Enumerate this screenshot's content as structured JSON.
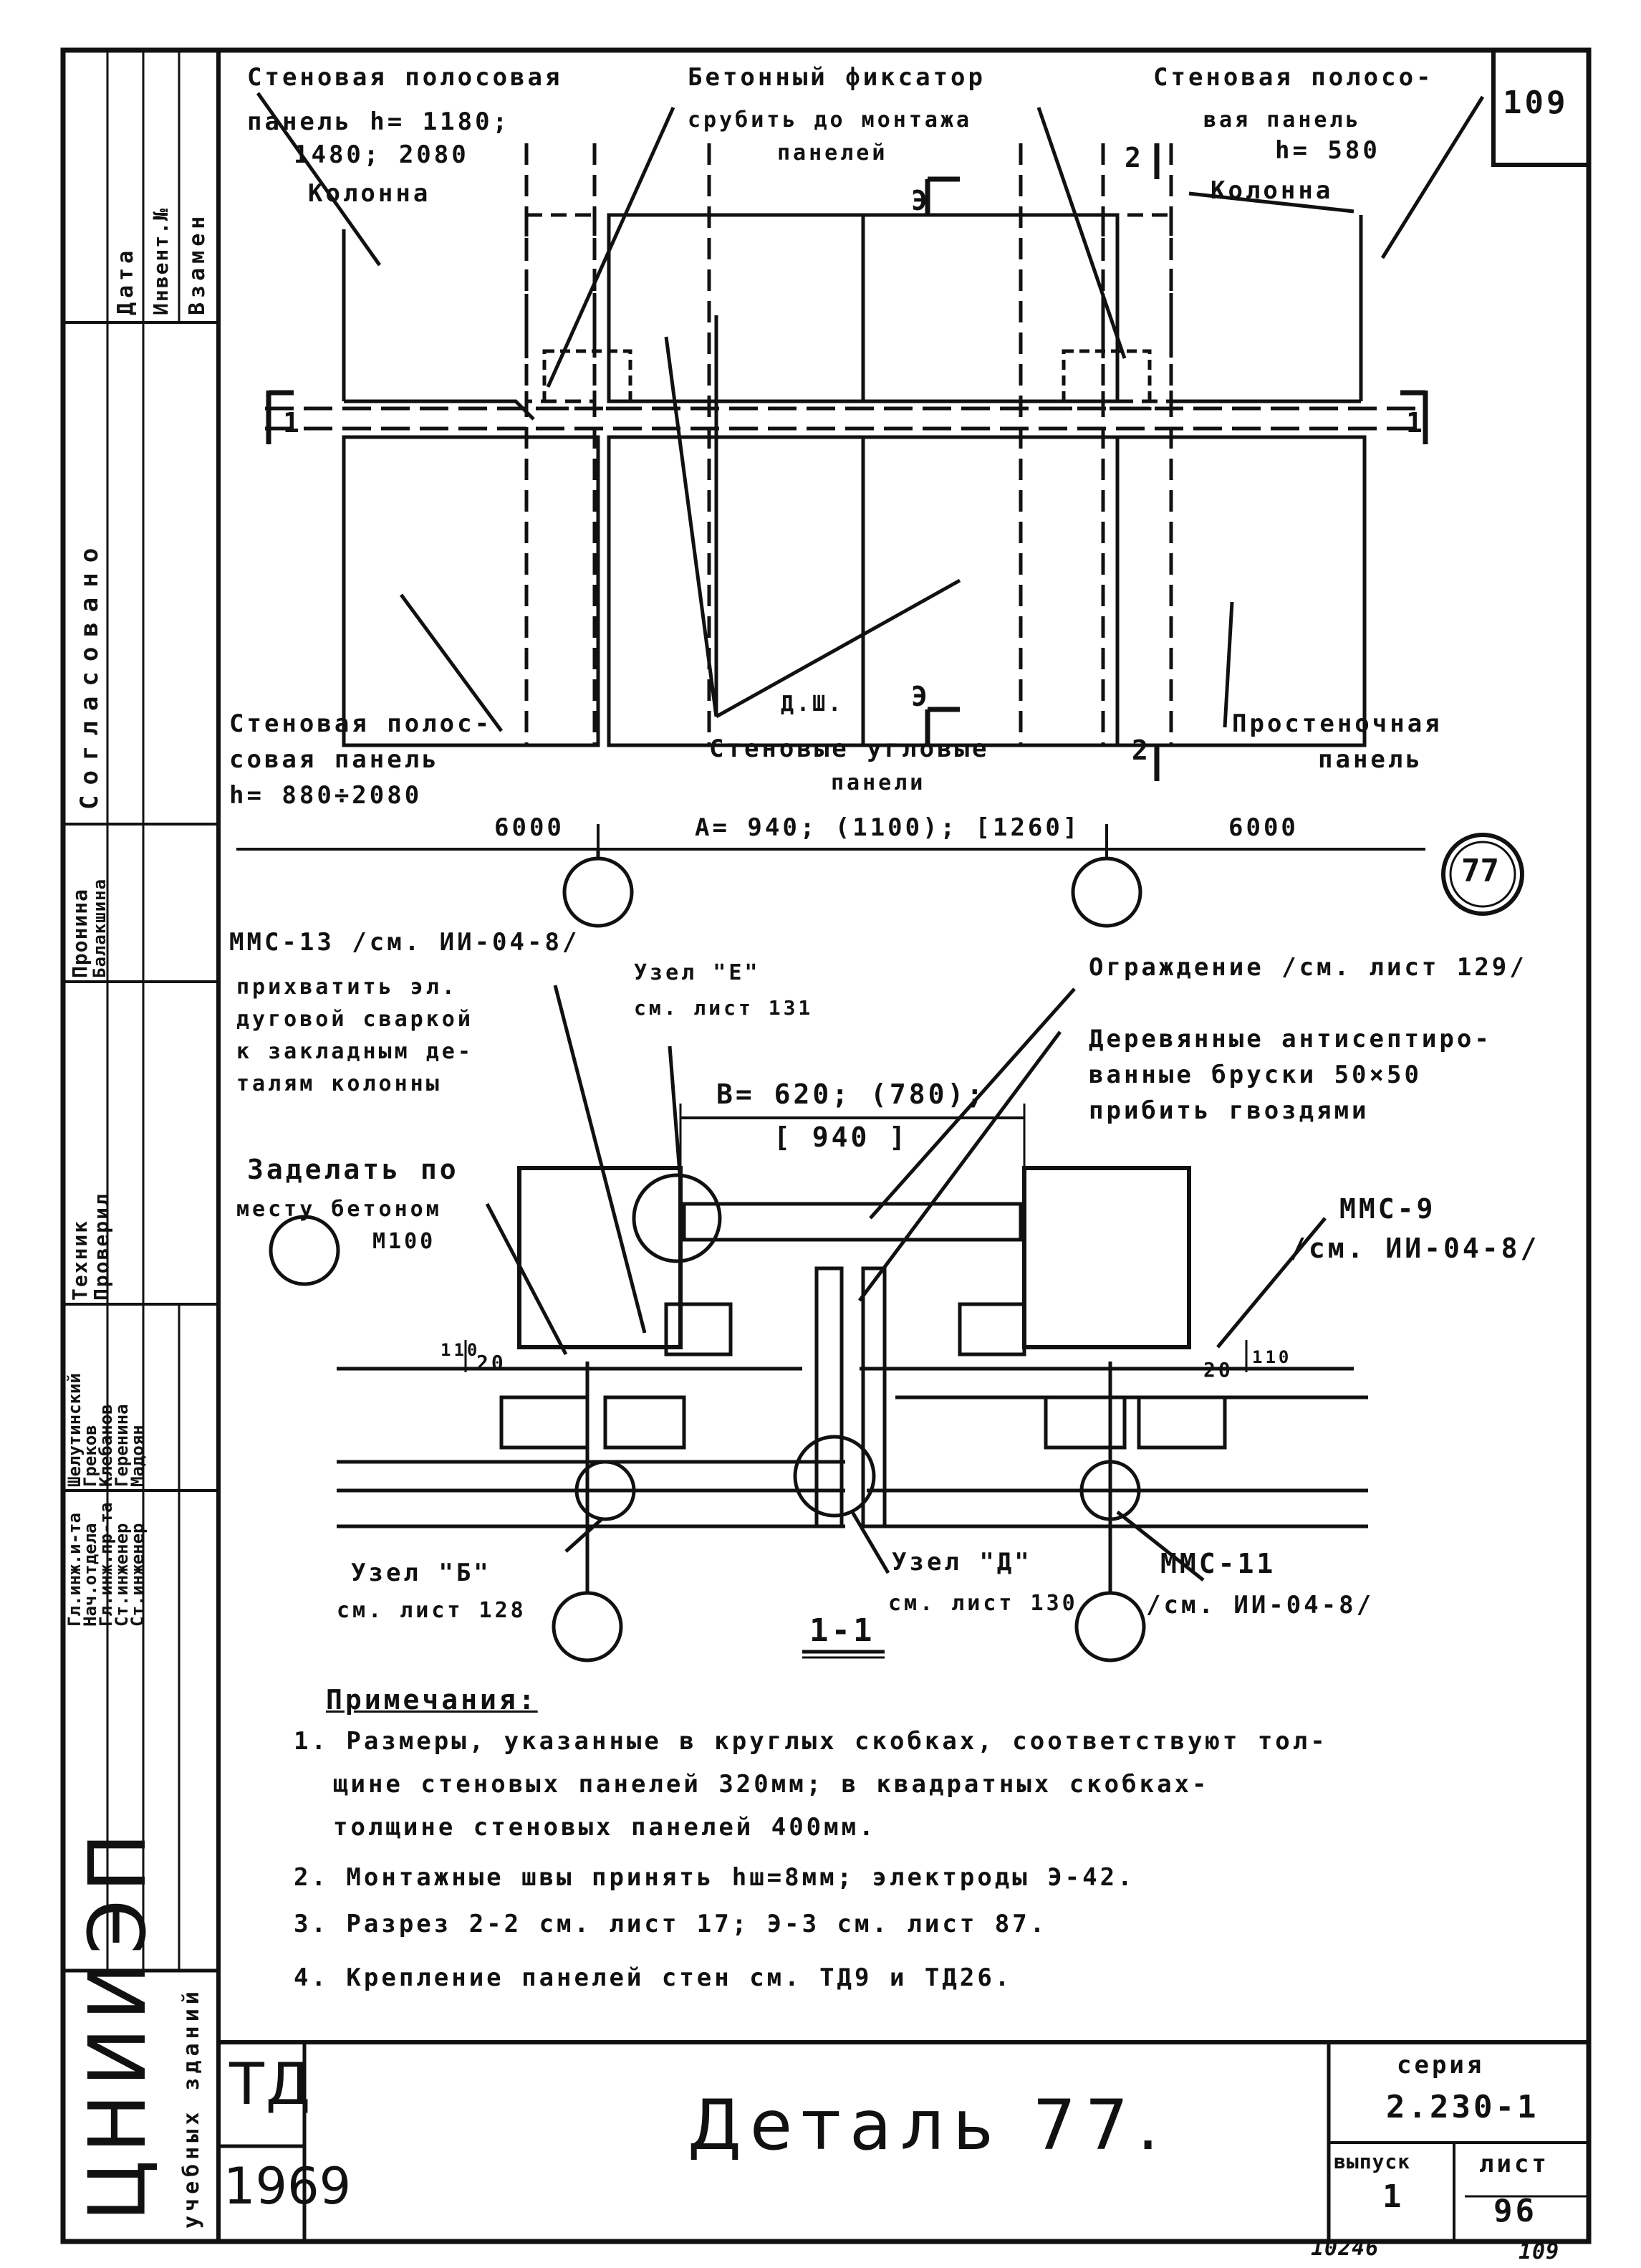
{
  "sheet_number_top": "109",
  "labels": {
    "wall_panel_left": [
      "Стеновая полосовая",
      "панель h= 1180;",
      "1480; 2080"
    ],
    "column_left": "Колонна",
    "concrete_fixator": [
      "Бетонный фиксатор",
      "срубить до монтажа",
      "панелей"
    ],
    "wall_panel_right": [
      "Стеновая полосо-",
      "вая панель",
      "h= 580"
    ],
    "column_right": "Колонна",
    "cut_3": "Э",
    "cut_2": "2",
    "cut_1": "1",
    "wall_panel_bottom_left": [
      "Стеновая полос-",
      "совая панель",
      "h= 880÷2080"
    ],
    "ds": "Д.Ш.",
    "corner_panels": [
      "Стеновые угловые",
      "панели"
    ],
    "pier_panel": [
      "Простеночная",
      "панель"
    ],
    "dim_left": "6000",
    "dim_mid": "A= 940; (1100); [1260]",
    "dim_right": "6000",
    "detail_circle": "77",
    "mms13": "ММС-13 /см. ИИ-04-8/",
    "weld_note": [
      "прихватить эл.",
      "дуговой сваркой",
      "к закладным де-",
      "талям колонны"
    ],
    "node_e": [
      "Узел \"Е\"",
      "см. лист 131"
    ],
    "fence": "Ограждение /см. лист 129/",
    "wood_bars": [
      "Деревянные антисептиро-",
      "ванные бруски 50×50",
      "прибить гвоздями"
    ],
    "b_dim": [
      "B= 620; (780);",
      "[ 940 ]"
    ],
    "fill_concrete": [
      "Заделать по",
      "месту бетоном",
      "М100"
    ],
    "mms9": [
      "ММС-9",
      "/см. ИИ-04-8/"
    ],
    "dim_110": "110",
    "dim_20": "20",
    "node_b": [
      "Узел \"Б\"",
      "см. лист 128"
    ],
    "node_d": [
      "Узел \"Д\"",
      "см. лист 130"
    ],
    "mms11": [
      "ММС-11",
      "/см. ИИ-04-8/"
    ],
    "section": "1-1"
  },
  "notes": {
    "title": "Примечания:",
    "items": [
      "1. Размеры, указанные в круглых скобках, соответствуют тол-",
      "щине стеновых панелей 320мм; в квадратных скобках-",
      "толщине стеновых панелей 400мм.",
      "2. Монтажные швы принять hш=8мм; электроды Э-42.",
      "3. Разрез 2-2 см. лист 17; Э-3 см. лист 87.",
      "4. Крепление панелей стен см. ТД9 и ТД26."
    ]
  },
  "title_block": {
    "org": "ЦНИИЭП",
    "org_sub": "учебных зданий",
    "td": "ТД",
    "year": "1969",
    "title": "Деталь 77.",
    "series_label": "серия",
    "series": "2.230-1",
    "issue_label": "выпуск",
    "issue": "1",
    "sheet_label": "лист",
    "sheet": "96"
  },
  "left_stamp": {
    "data": "Дата",
    "inv": "Инвент.№",
    "vzamen": "Взамен",
    "agreed": "Согласовано",
    "pronina": "Пронина",
    "balakshina": "Балакшина",
    "technik": "Техник",
    "proveril": "Проверил",
    "roles": [
      "Гл.инж.и-та",
      "Нач.отдела",
      "Гл.инж.пр-та",
      "Ст.инженер",
      "Ст.инженер"
    ],
    "names": [
      "Шелутинский",
      "Греков",
      "Клебанов",
      "Геренина",
      "Мадоян"
    ]
  },
  "footer": {
    "num_left": "10246",
    "num_right": "109"
  }
}
